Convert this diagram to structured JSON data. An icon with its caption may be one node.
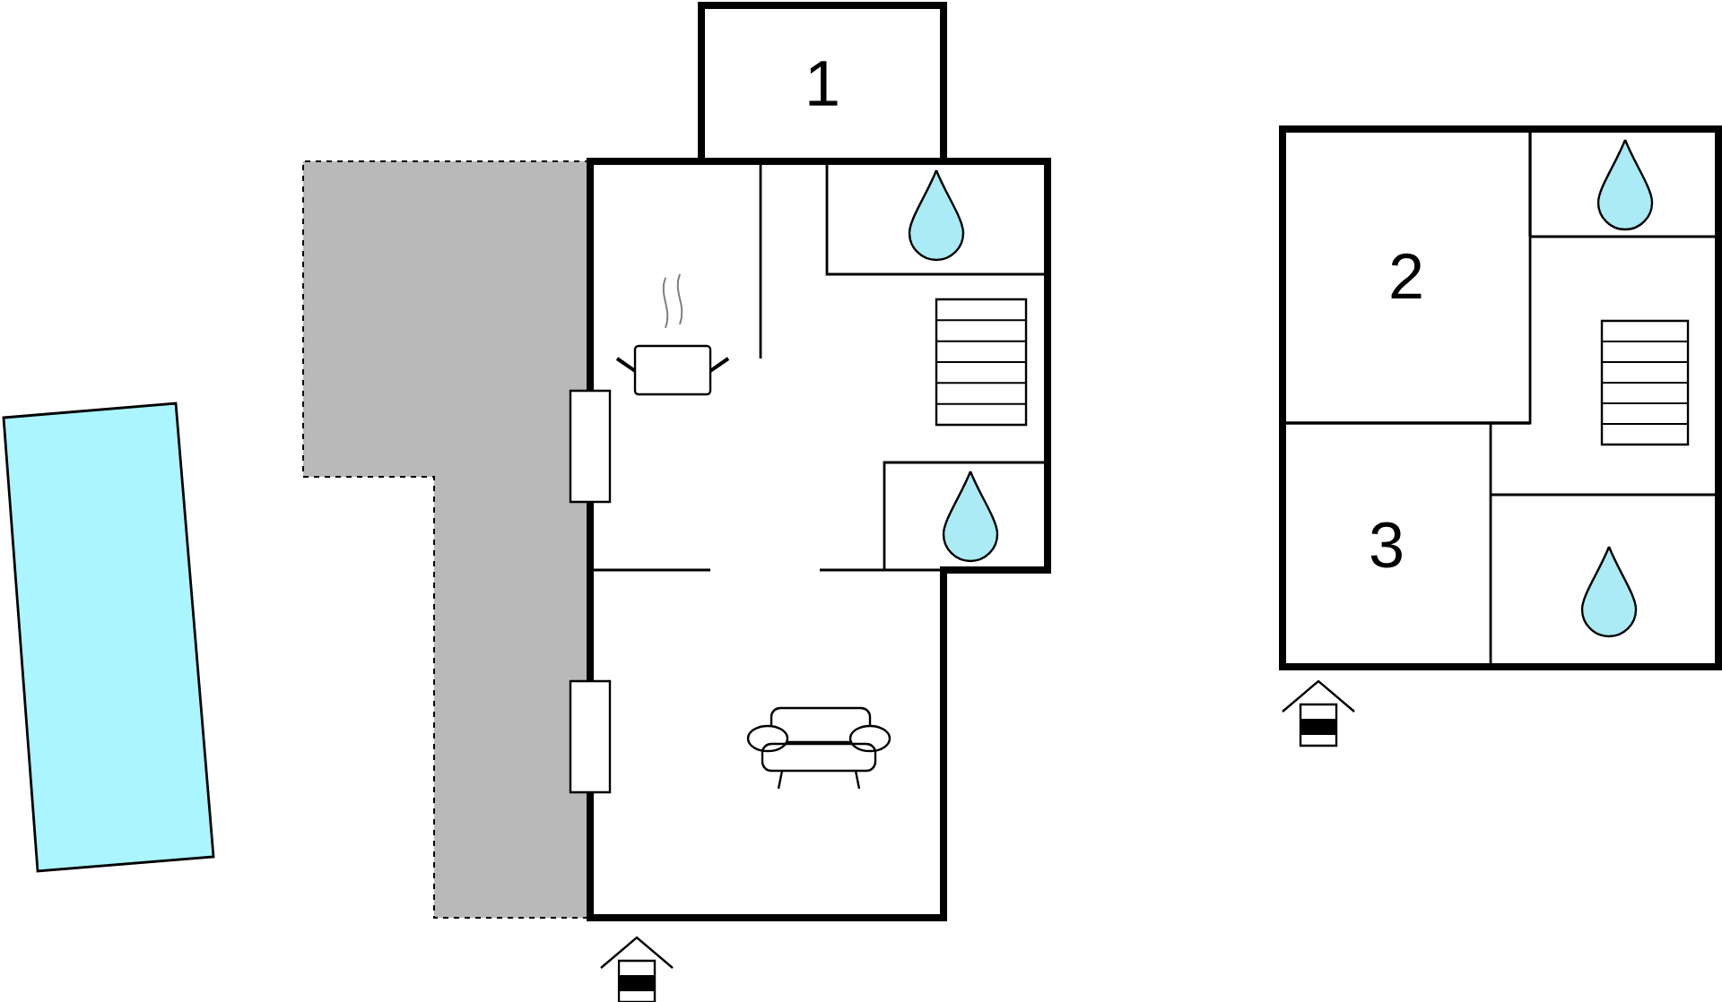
{
  "diagram": {
    "nodes": [
      {
        "text": [
          "1"
        ]
      },
      {
        "text": [
          "2"
        ]
      },
      {
        "text": [
          "3"
        ]
      }
    ]
  }
}
